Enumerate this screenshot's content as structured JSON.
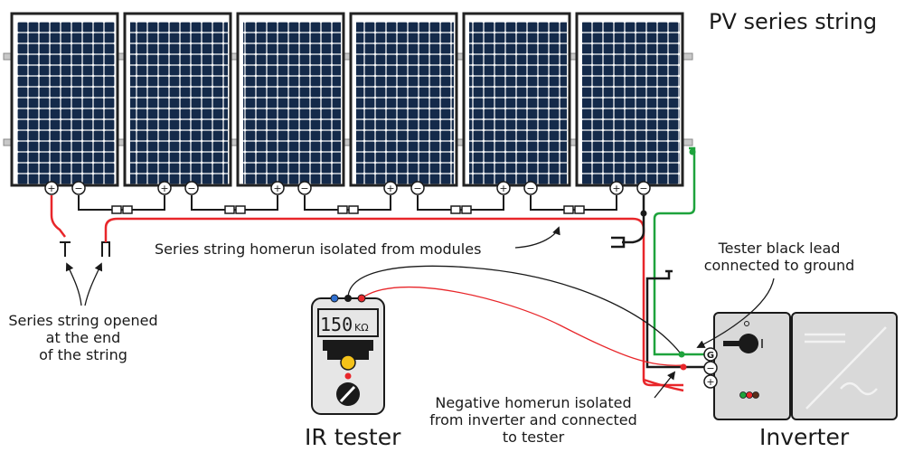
{
  "title": "PV series string",
  "modules": {
    "count": 6,
    "terminal_plus": "+",
    "terminal_minus": "−"
  },
  "labels": {
    "homerun": "Series string homerun isolated from modules",
    "opened": [
      "Series string opened",
      "at the end",
      "of the string"
    ],
    "tester_black_lead": [
      "Tester black lead",
      "connected to ground"
    ],
    "negative_homerun": [
      "Negative homerun isolated",
      "from inverter and connected",
      "to tester"
    ],
    "ir_tester": "IR tester",
    "inverter": "Inverter"
  },
  "ir_tester": {
    "reading": "150",
    "unit": "KΩ"
  },
  "inverter": {
    "terminal_ground": "G",
    "terminal_minus": "−",
    "terminal_plus": "+"
  },
  "colors": {
    "wire_positive": "#e8262a",
    "wire_ground": "#1ea33c",
    "wire_negative": "#1a1a1a",
    "module_cell": "#142a4a",
    "module_frame": "#222222",
    "tester_body": "#e6e6e6",
    "inverter_body": "#d9d9d9"
  }
}
